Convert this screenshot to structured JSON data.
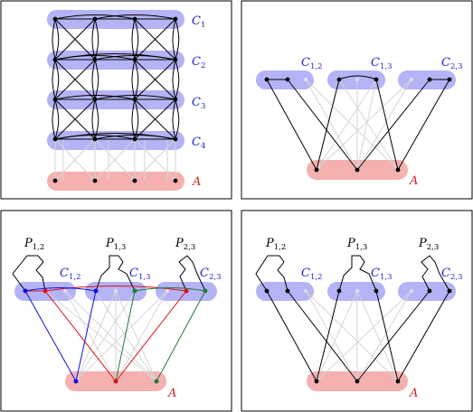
{
  "panels": [
    {
      "id": "top-left",
      "cluster_labels": [
        "C",
        "C",
        "C",
        "C"
      ],
      "cluster_subs": [
        "1",
        "2",
        "3",
        "4"
      ],
      "anchor_label": "A"
    },
    {
      "id": "top-right",
      "cluster_labels": [
        "C",
        "C",
        "C"
      ],
      "cluster_subs": [
        "1,2",
        "1,3",
        "2,3"
      ],
      "anchor_label": "A"
    },
    {
      "id": "bottom-left",
      "cluster_labels": [
        "C",
        "C",
        "C"
      ],
      "cluster_subs": [
        "1,2",
        "1,3",
        "2,3"
      ],
      "path_labels": [
        "P",
        "P",
        "P"
      ],
      "path_subs": [
        "1,2",
        "1,3",
        "2,3"
      ],
      "anchor_label": "A"
    },
    {
      "id": "bottom-right",
      "cluster_labels": [
        "C",
        "C",
        "C"
      ],
      "cluster_subs": [
        "1,2",
        "1,3",
        "2,3"
      ],
      "path_labels": [
        "P",
        "P",
        "P"
      ],
      "path_subs": [
        "1,2",
        "1,3",
        "2,3"
      ],
      "anchor_label": "A"
    }
  ],
  "colors": {
    "cluster_fill": "#b3b3f5",
    "anchor_fill": "#f5b0b0",
    "cluster_label": "#2222cc",
    "anchor_label": "#cc2222",
    "edge_faint": "#d6d6d6",
    "edge": "#000000",
    "red": "#e01010",
    "blue": "#1010e0",
    "green": "#1f7a3a"
  }
}
